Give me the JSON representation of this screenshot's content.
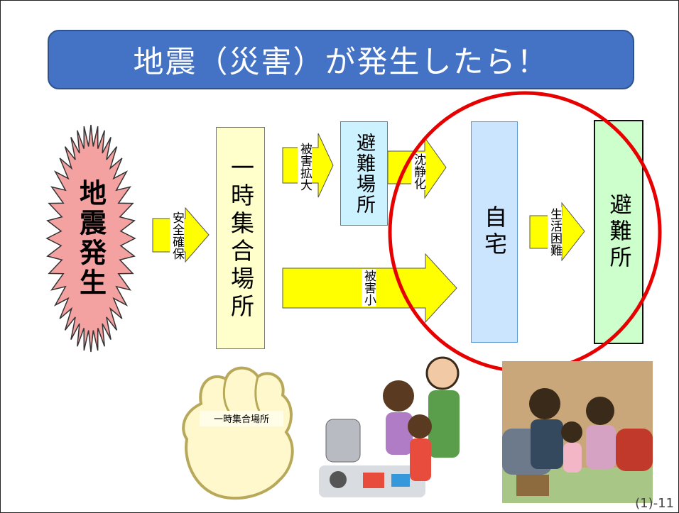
{
  "title": "地震（災害）が発生したら！",
  "nodes": {
    "earthquake": "地震発生",
    "temporary_area": "一時集合場所",
    "shelter_area": "避難場所",
    "home": "自宅",
    "shelter": "避難所"
  },
  "arrows": {
    "safety": "安全確保",
    "damage_spread": "被害拡大",
    "calm": "沈静化",
    "damage_small": "被害小",
    "hard_living": "生活困難"
  },
  "illustrations": {
    "hand_sign": "一時集合場所"
  },
  "colors": {
    "title_bg": "#4472c4",
    "burst": "#f4a1a1",
    "arrow": "#ffff00",
    "temporary_area": "#ffffcc",
    "shelter_area": "#ccf2ff",
    "home": "#cce5ff",
    "shelter": "#ccffcc",
    "circle": "#e60000"
  },
  "footer": "(1)-11"
}
